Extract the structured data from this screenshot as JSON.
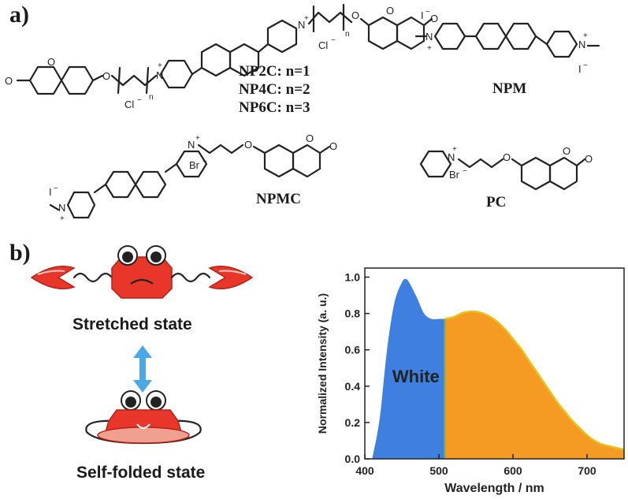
{
  "panels": {
    "a": "a)",
    "b": "b)"
  },
  "molecules": {
    "np_series": [
      "NP2C: n=1",
      "NP4C: n=2",
      "NP6C: n=3"
    ],
    "npm": "NPM",
    "npmc": "NPMC",
    "pc": "PC"
  },
  "atoms": {
    "oxygen": "O",
    "nitrogen": "N",
    "chloride": "Cl",
    "bromide": "Br",
    "iodide": "I",
    "charge_plus": "+",
    "charge_minus": "−",
    "subscript_n": "n"
  },
  "states": {
    "stretched": "Stretched state",
    "folded": "Self-folded state"
  },
  "colors": {
    "blue_region": "#3f7fe0",
    "orange_region": "#f59b23",
    "crab_red": "#e8372a",
    "arrow_blue": "#4aa8e8",
    "white_label": "#f5e6a8"
  },
  "chart_data": {
    "type": "area",
    "xlabel": "Wavelength / nm",
    "ylabel": "Normalized Intensity (a. u.)",
    "xlim": [
      400,
      750
    ],
    "ylim": [
      0.0,
      1.05
    ],
    "xticks": [
      400,
      500,
      600,
      700
    ],
    "yticks": [
      0.0,
      0.2,
      0.4,
      0.6,
      0.8,
      1.0
    ],
    "split_x": 508,
    "annotation": "White",
    "x": [
      410,
      420,
      430,
      440,
      450,
      455,
      460,
      470,
      480,
      490,
      500,
      508,
      520,
      530,
      540,
      550,
      560,
      570,
      580,
      590,
      600,
      610,
      620,
      630,
      640,
      650,
      660,
      670,
      680,
      690,
      700,
      710,
      720,
      730,
      740,
      750
    ],
    "y": [
      0.0,
      0.22,
      0.6,
      0.86,
      0.97,
      0.99,
      0.97,
      0.89,
      0.8,
      0.77,
      0.77,
      0.77,
      0.78,
      0.8,
      0.81,
      0.81,
      0.8,
      0.78,
      0.75,
      0.71,
      0.66,
      0.61,
      0.55,
      0.49,
      0.43,
      0.37,
      0.31,
      0.26,
      0.21,
      0.17,
      0.13,
      0.1,
      0.08,
      0.07,
      0.06,
      0.05
    ]
  }
}
